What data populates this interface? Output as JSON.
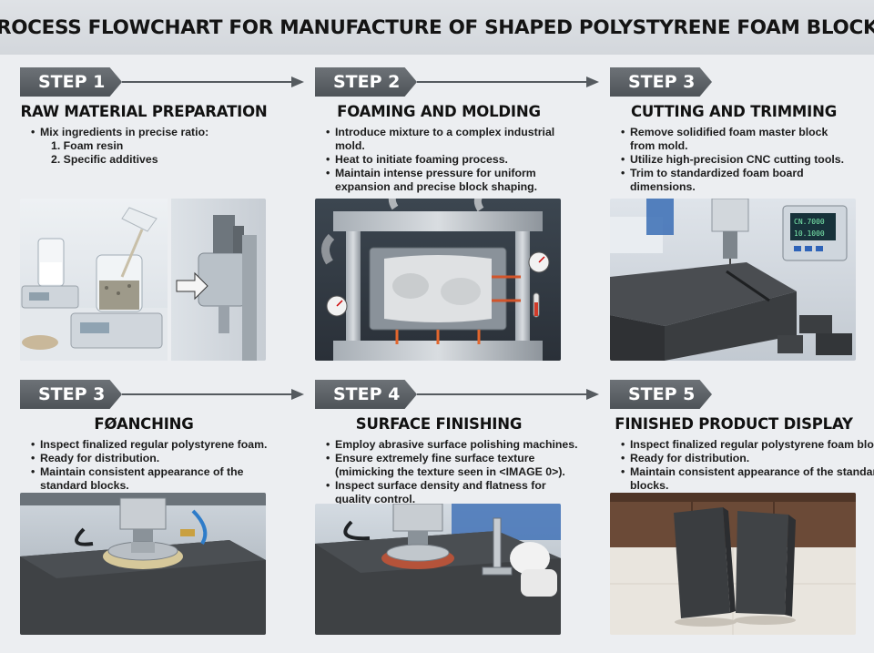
{
  "title": "PROCESS FLOWCHART FOR MANUFACTURE OF SHAPED POLYSTYRENE FOAM BLOCKS",
  "steps": [
    {
      "badge": "STEP 1",
      "heading": "RAW MATERIAL PREPARATION",
      "bullets": [
        "Mix ingredients in precise ratio:"
      ],
      "subitems": [
        "1. Foam resin",
        "2. Specific additives"
      ],
      "icon": "lab-scales-mixer-photo"
    },
    {
      "badge": "STEP 2",
      "heading": "FOAMING AND MOLDING",
      "bullets": [
        "Introduce mixture to a complex industrial",
        "mold.",
        "Heat to initiate foaming process.",
        "Maintain intense pressure for uniform",
        "expansion and precise block shaping."
      ],
      "icon": "press-mold-photo",
      "gauge_left": "",
      "gauge_right": ""
    },
    {
      "badge": "STEP 3",
      "heading": "CUTTING AND TRIMMING",
      "bullets": [
        "Remove solidified foam master block",
        "from mold.",
        "Utilize high-precision CNC cutting tools.",
        "Trim to standardized foam board",
        "dimensions."
      ],
      "icon": "cnc-cutting-photo",
      "screen_value_1": "CN.7000",
      "screen_value_2": "10.1000"
    },
    {
      "badge": "STEP 3",
      "heading": "FØANCHING",
      "bullets": [
        "Inspect finalized regular polystyrene foam.",
        "Ready for distribution.",
        "Maintain consistent appearance of the",
        "standard blocks."
      ],
      "icon": "polisher-photo"
    },
    {
      "badge": "STEP 4",
      "heading": "SURFACE FINISHING",
      "bullets": [
        "Employ abrasive surface polishing machines.",
        "Ensure extremely fine surface texture",
        "(mimicking the texture seen in <IMAGE 0>).",
        "Inspect surface density and flatness for",
        "quality control."
      ],
      "icon": "surface-finish-photo"
    },
    {
      "badge": "STEP 5",
      "heading": "FINISHED PRODUCT DISPLAY",
      "bullets": [
        "Inspect finalized regular polystyrene foam blocks.",
        "Ready for distribution.",
        "Maintain consistent appearance of the standard",
        "blocks."
      ],
      "icon": "finished-blocks-photo"
    }
  ],
  "colors": {
    "badge": "#5b6065",
    "arrow": "#555a5f",
    "background": "#eceef1",
    "foam": "#3a3d40",
    "accent_blue": "#3a6db5"
  }
}
